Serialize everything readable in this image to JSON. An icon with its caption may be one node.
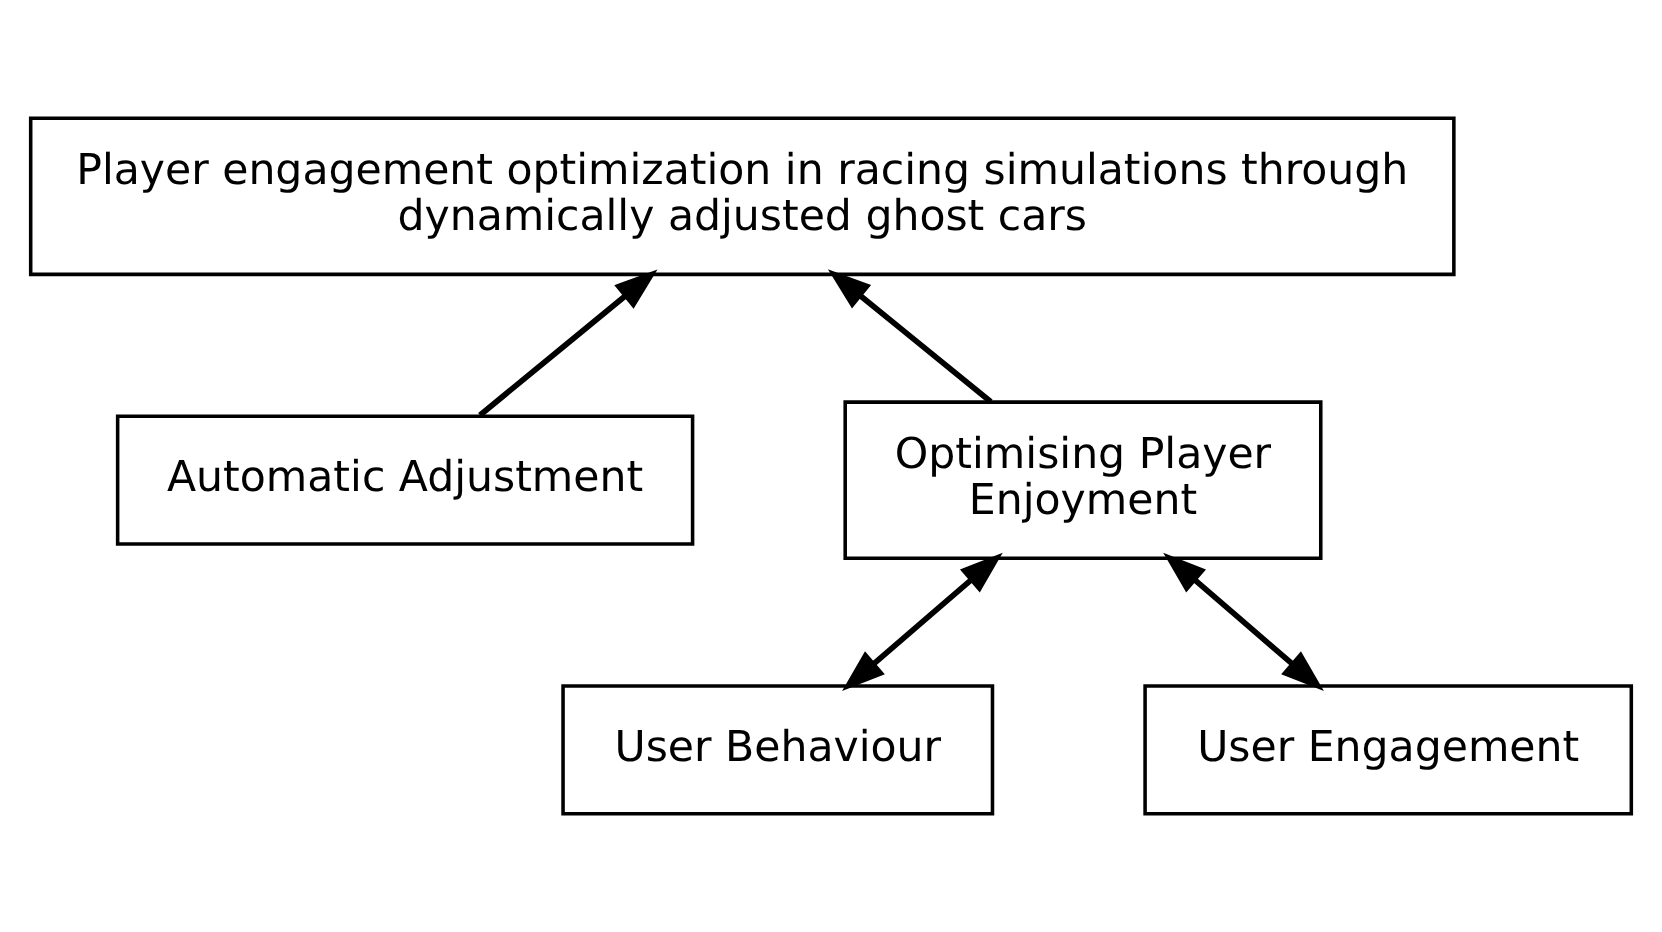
{
  "diagram": {
    "nodes": [
      {
        "text": [
          "Player engagement optimization in racing simulations through dynamically adjusted ghost cars"
        ]
      },
      {
        "text": [
          "Automatic Adjustment"
        ]
      },
      {
        "text": [
          "Optimising Player Enjoyment"
        ]
      },
      {
        "text": [
          "User Behaviour"
        ]
      },
      {
        "text": [
          "User Engagement"
        ]
      }
    ],
    "edges": [
      {
        "from": 1,
        "to": 0,
        "arrow": "to"
      },
      {
        "from": 2,
        "to": 0,
        "arrow": "to"
      },
      {
        "from": 3,
        "to": 2,
        "arrow": "both"
      },
      {
        "from": 4,
        "to": 2,
        "arrow": "both"
      }
    ]
  }
}
